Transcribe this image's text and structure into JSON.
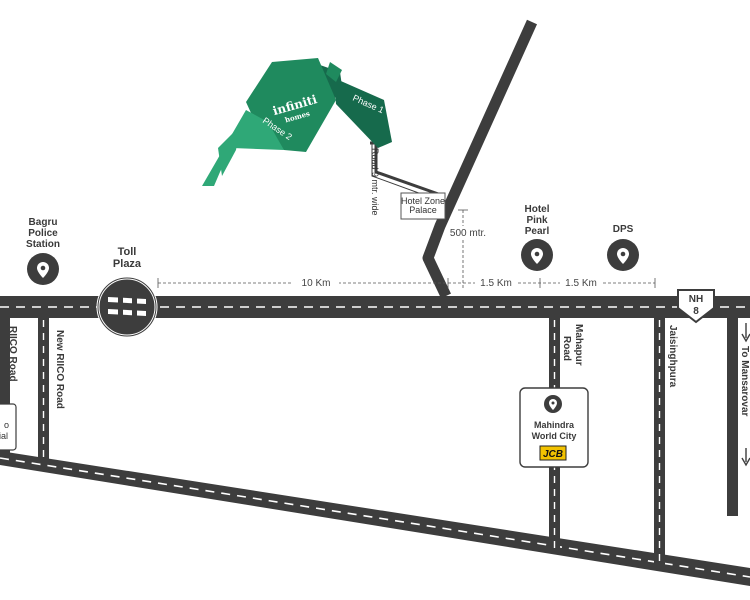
{
  "project": {
    "brand_name": "infiniti",
    "brand_sub": "homes",
    "phase1": "Phase 1",
    "phase2": "Phase 2",
    "road_width": "Road 9 mtr. wide",
    "hotel_zone": [
      "Hotel Zone",
      "Palace"
    ]
  },
  "landmarks": {
    "bagru": [
      "Bagru",
      "Police",
      "Station"
    ],
    "toll": [
      "Toll",
      "Plaza"
    ],
    "hotel_pink_pearl": [
      "Hotel",
      "Pink",
      "Pearl"
    ],
    "dps": "DPS",
    "mahindra": [
      "Mahindra",
      "World City"
    ],
    "jcb": "JCB",
    "partial_box": [
      "o",
      "rial"
    ]
  },
  "roads": {
    "riico": "RIICO Road",
    "new_riico": "New RIICO Road",
    "mahapur": [
      "Mahapur",
      "Road"
    ],
    "jaisinghpura": "Jaisinghpura",
    "to_mansarovar": "To Mansarovar",
    "nh": [
      "NH",
      "8"
    ]
  },
  "distances": {
    "d10": "10 Km",
    "d15a": "1.5 Km",
    "d15b": "1.5 Km",
    "d500": "500 mtr."
  },
  "colors": {
    "road": "#3d3d3d",
    "lane": "#ffffff",
    "green_dark": "#166a4c",
    "green_mid": "#1f8a5e",
    "green_light": "#2fa877",
    "pin": "#3a3a3a"
  }
}
